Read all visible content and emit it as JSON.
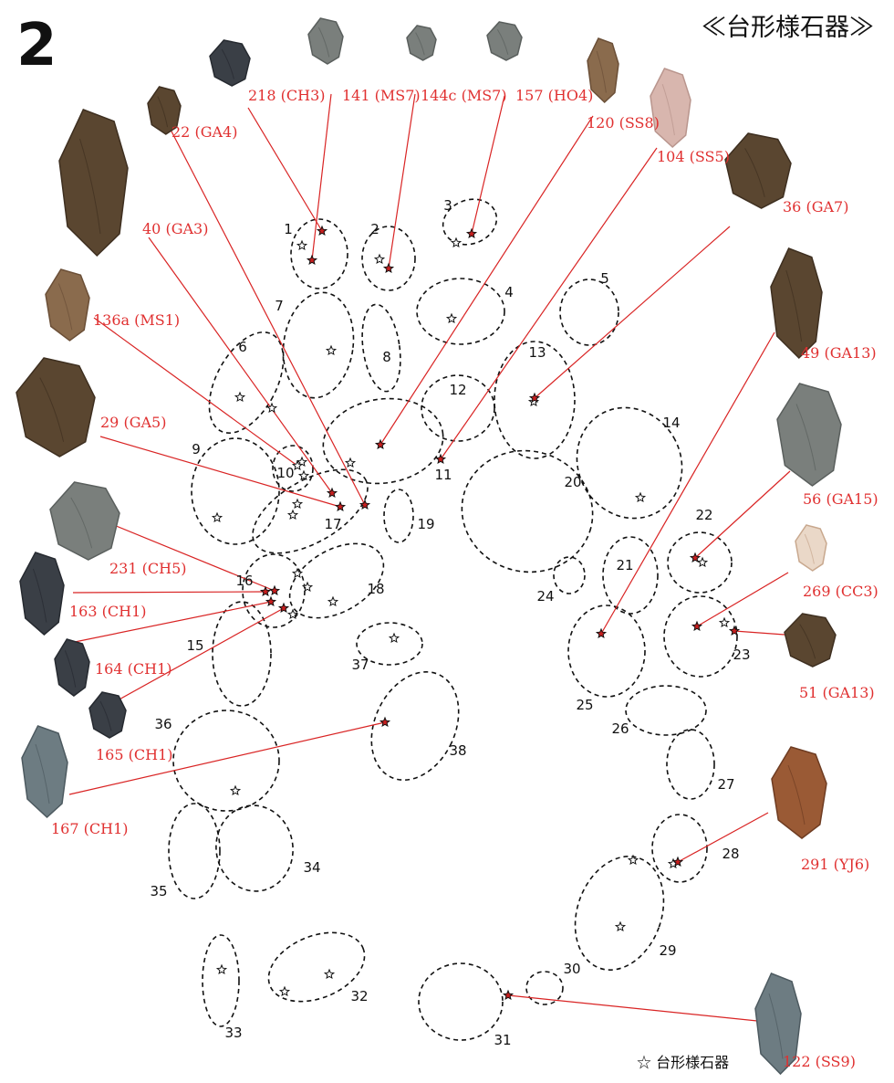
{
  "page_number": "2",
  "title": "≪台形様石器≫",
  "legend": {
    "symbol": "☆",
    "label": "台形様石器"
  },
  "colors": {
    "line": "#d92424",
    "label": "#e03030",
    "marked_star": "#c81e1e",
    "outline": "#111111"
  },
  "cluster_numbers": [
    "1",
    "2",
    "3",
    "4",
    "5",
    "6",
    "7",
    "8",
    "9",
    "10",
    "11",
    "12",
    "13",
    "14",
    "15",
    "16",
    "17",
    "18",
    "19",
    "20",
    "21",
    "22",
    "23",
    "24",
    "25",
    "26",
    "27",
    "28",
    "29",
    "30",
    "31",
    "32",
    "33",
    "34",
    "35",
    "36",
    "37",
    "38"
  ],
  "specimens": [
    {
      "label": "218 (CH3)",
      "material": "dark stone"
    },
    {
      "label": "141 (MS7)",
      "material": "grey stone"
    },
    {
      "label": "144c (MS7)",
      "material": "grey stone"
    },
    {
      "label": "157 (HO4)",
      "material": "grey stone"
    },
    {
      "label": "120 (SS8)",
      "material": "brown stone"
    },
    {
      "label": "104 (SS5)",
      "material": "pink stone"
    },
    {
      "label": "36 (GA7)",
      "material": "dark brown stone"
    },
    {
      "label": "22 (GA4)",
      "material": "dark brown stone"
    },
    {
      "label": "40 (GA3)",
      "material": "dark brown stone"
    },
    {
      "label": "136a (MS1)",
      "material": "brown stone"
    },
    {
      "label": "29 (GA5)",
      "material": "dark brown stone"
    },
    {
      "label": "231 (CH5)",
      "material": "grey stone"
    },
    {
      "label": "163 (CH1)",
      "material": "dark stone"
    },
    {
      "label": "164 (CH1)",
      "material": "dark stone"
    },
    {
      "label": "165 (CH1)",
      "material": "dark stone"
    },
    {
      "label": "167 (CH1)",
      "material": "grey-blue stone"
    },
    {
      "label": "49 (GA13)",
      "material": "dark brown stone"
    },
    {
      "label": "56 (GA15)",
      "material": "grey stone"
    },
    {
      "label": "269 (CC3)",
      "material": "cream stone"
    },
    {
      "label": "51 (GA13)",
      "material": "dark brown stone"
    },
    {
      "label": "291 (YJ6)",
      "material": "red-brown stone"
    },
    {
      "label": "122 (SS9)",
      "material": "grey-blue stone"
    }
  ]
}
